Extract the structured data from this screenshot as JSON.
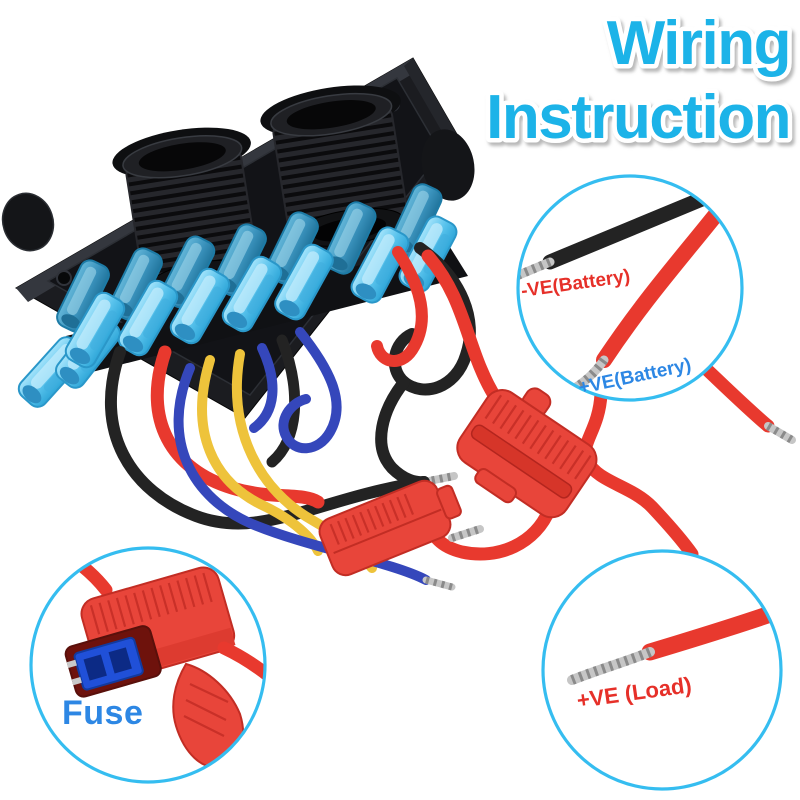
{
  "title": {
    "line1": "Wiring",
    "line2": "Instruction"
  },
  "callouts": {
    "battery": {
      "negative_label": "-VE(Battery)",
      "positive_label": "+VE(Battery)"
    },
    "fuse": {
      "label": "Fuse"
    },
    "load": {
      "label": "+VE (Load)"
    }
  },
  "colors": {
    "title_accent": "#1ab3e8",
    "callout_ring": "#35bdf0",
    "label_red": "#e63029",
    "label_blue": "#2d87e4",
    "wire_red": "#e8392e",
    "wire_black": "#232323",
    "wire_yellow": "#eec33b",
    "wire_blue": "#3547bb",
    "connector_blue": "#6fcdf0",
    "fuse_red": "#e8453a",
    "panel_black": "#1b1c20",
    "silver": "#c6c6c6"
  }
}
